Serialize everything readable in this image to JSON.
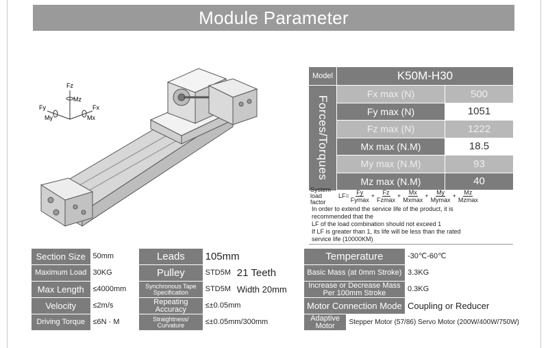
{
  "header": {
    "title": "Module Parameter"
  },
  "axis": {
    "fz": "Fz",
    "mz": "Mz",
    "fy": "Fy",
    "my": "My",
    "fx": "Fx",
    "mx": "Mx"
  },
  "spec": {
    "model_label": "Model",
    "model_value": "K50M-H30",
    "group_label": "Forces/Torques",
    "rows": [
      {
        "name": "Fx max (N)",
        "value": "500"
      },
      {
        "name": "Fy max (N)",
        "value": "1051"
      },
      {
        "name": "Fz max (N)",
        "value": "1222"
      },
      {
        "name": "Mx max (N.M)",
        "value": "18.5"
      },
      {
        "name": "My max (N.M)",
        "value": "93"
      },
      {
        "name": "Mz max (N.M)",
        "value": "40"
      }
    ]
  },
  "formula": {
    "label": "System load factor",
    "lf": "LF=",
    "terms": [
      {
        "num": "Fy",
        "den": "Fymax"
      },
      {
        "num": "Fz",
        "den": "Fzmax"
      },
      {
        "num": "Mx",
        "den": "Mxmax"
      },
      {
        "num": "My",
        "den": "Mymax"
      },
      {
        "num": "Mz",
        "den": "Mzmax"
      }
    ],
    "plus": "+",
    "lines": [
      "In order to extend the service life of the product, it is",
      "recommended that the",
      "LF of the load combination should not exceed 1",
      "If LF is greater than 1, its life will be less than the rated",
      "service life (10000KM)"
    ]
  },
  "table": {
    "r1": {
      "a_label": "Section Size",
      "a_val": "50mm",
      "b_label": "Leads",
      "b_val": "105mm",
      "c_label": "Temperature",
      "c_val": "-30℃-60℃"
    },
    "r2": {
      "a_label": "Maximum Load",
      "a_val": "30KG",
      "b_label": "Pulley",
      "b_val_prefix": "STD5M",
      "b_val": "21 Teeth",
      "c_label": "Basic Mass (at 0mm Stroke)",
      "c_val": "3.3KG"
    },
    "r3": {
      "a_label": "Max Length",
      "a_val": "≤4000mm",
      "b_label": "Synchronous Tape Specification",
      "b_val_prefix": "STD5M",
      "b_val": "Width 20mm",
      "c_label": "Increase or Decrease Mass Per 100mm Stroke",
      "c_val": "0.3KG"
    },
    "r4": {
      "a_label": "Velocity",
      "a_val": "≤2m/s",
      "b_label": "Repeating Accuracy",
      "b_val": "≤±0.05mm",
      "c_label": "Motor Connection Mode",
      "c_val": "Coupling or Reducer"
    },
    "r5": {
      "a_label": "Driving Torque",
      "a_val": "≤6N · M",
      "b_label": "Straightness/ Curvature",
      "b_val": "≤±0.05mm/300mm",
      "c_label": "Adaptive Motor",
      "c_val": "Stepper Motor (57/86) Servo Motor (200W/400W/750W)"
    }
  }
}
